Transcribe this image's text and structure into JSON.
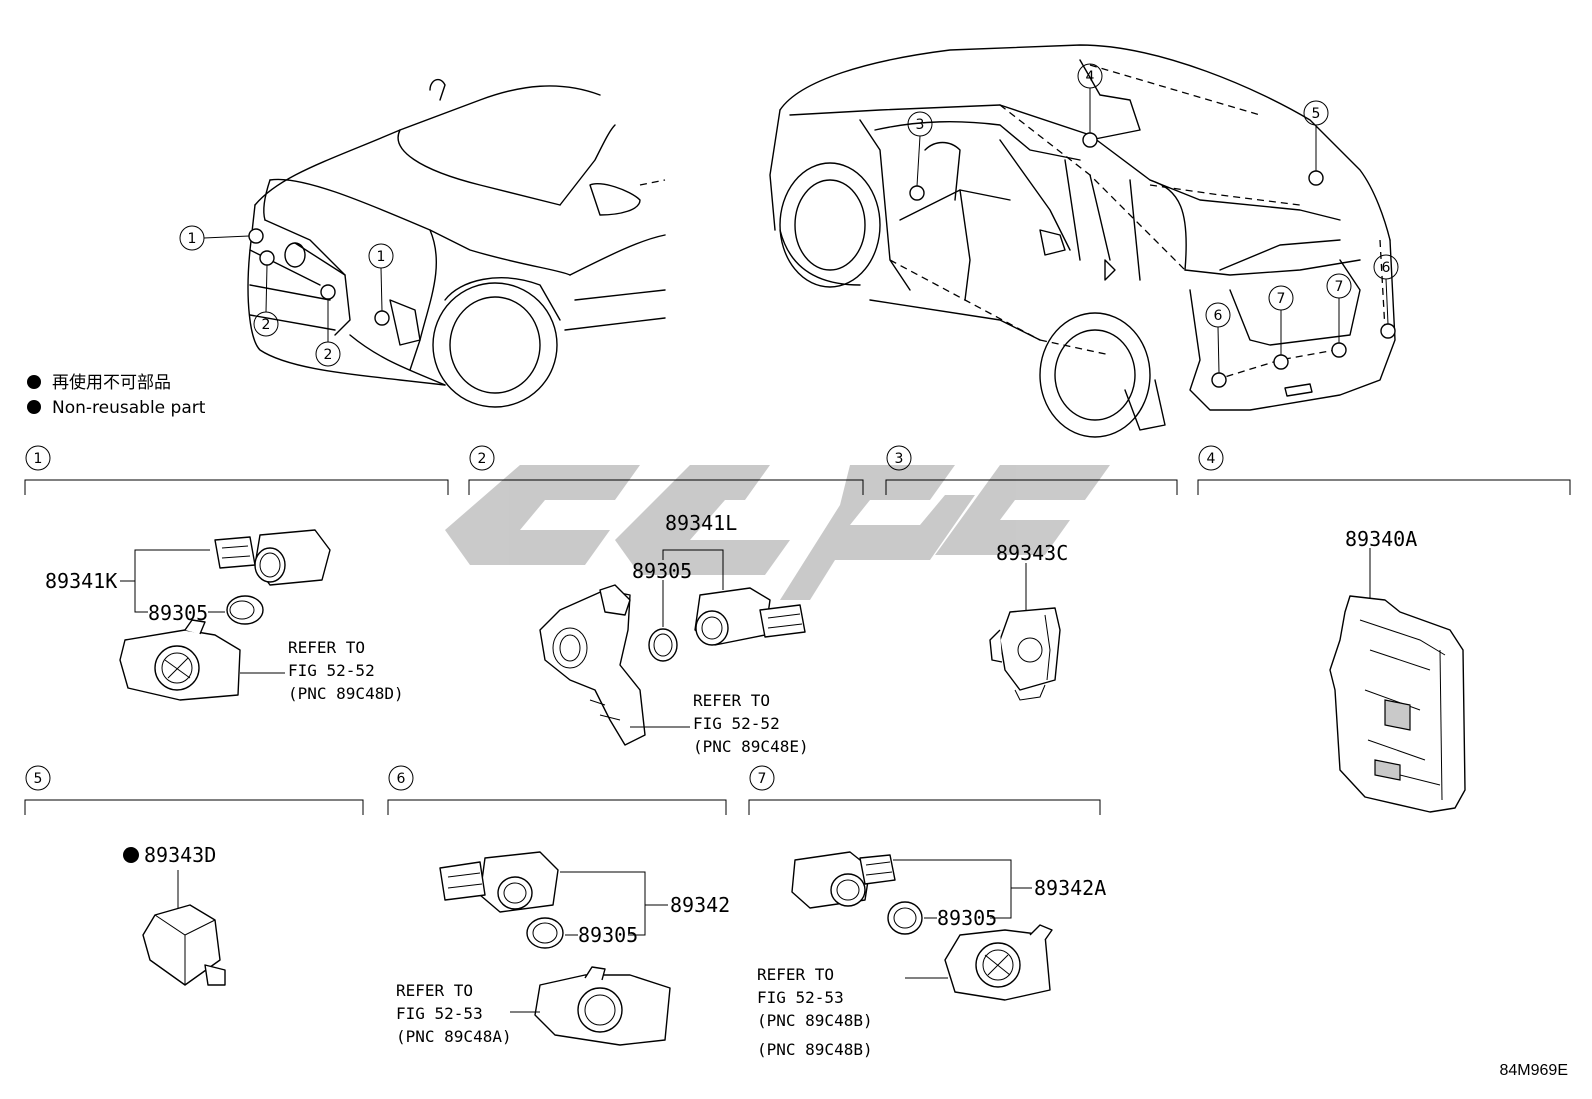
{
  "legend": {
    "jp": "再使用不可部品",
    "en": "Non-reusable part"
  },
  "car_callouts": {
    "c1a": "1",
    "c1b": "1",
    "c2a": "2",
    "c2b": "2",
    "c3": "3",
    "c4": "4",
    "c5": "5",
    "c6a": "6",
    "c6b": "6",
    "c7a": "7",
    "c7b": "7"
  },
  "sections": [
    {
      "num": "1"
    },
    {
      "num": "2"
    },
    {
      "num": "3"
    },
    {
      "num": "4"
    },
    {
      "num": "5"
    },
    {
      "num": "6"
    },
    {
      "num": "7"
    }
  ],
  "parts": {
    "s1_main": "89341K",
    "s1_retainer": "89305",
    "s1_refer": [
      "REFER TO",
      "FIG 52-52",
      "(PNC 89C48D)"
    ],
    "s2_main": "89341L",
    "s2_retainer": "89305",
    "s2_refer": [
      "REFER TO",
      "FIG 52-52",
      "(PNC 89C48E)"
    ],
    "s3_main": "89343C",
    "s4_main": "89340A",
    "s5_main": "89343D",
    "s6_main": "89342",
    "s6_retainer": "89305",
    "s6_refer": [
      "REFER TO",
      "FIG 52-53",
      "(PNC 89C48A)"
    ],
    "s7_main": "89342A",
    "s7_retainer": "89305",
    "s7_refer": [
      "REFER TO",
      "FIG 52-53",
      "(PNC 89C48B)"
    ],
    "s7_extra": "(PNC 89C48B)"
  },
  "diagram_code": "84M969E",
  "colors": {
    "line": "#000000",
    "watermark": "#c4c4c4",
    "background": "#ffffff"
  }
}
